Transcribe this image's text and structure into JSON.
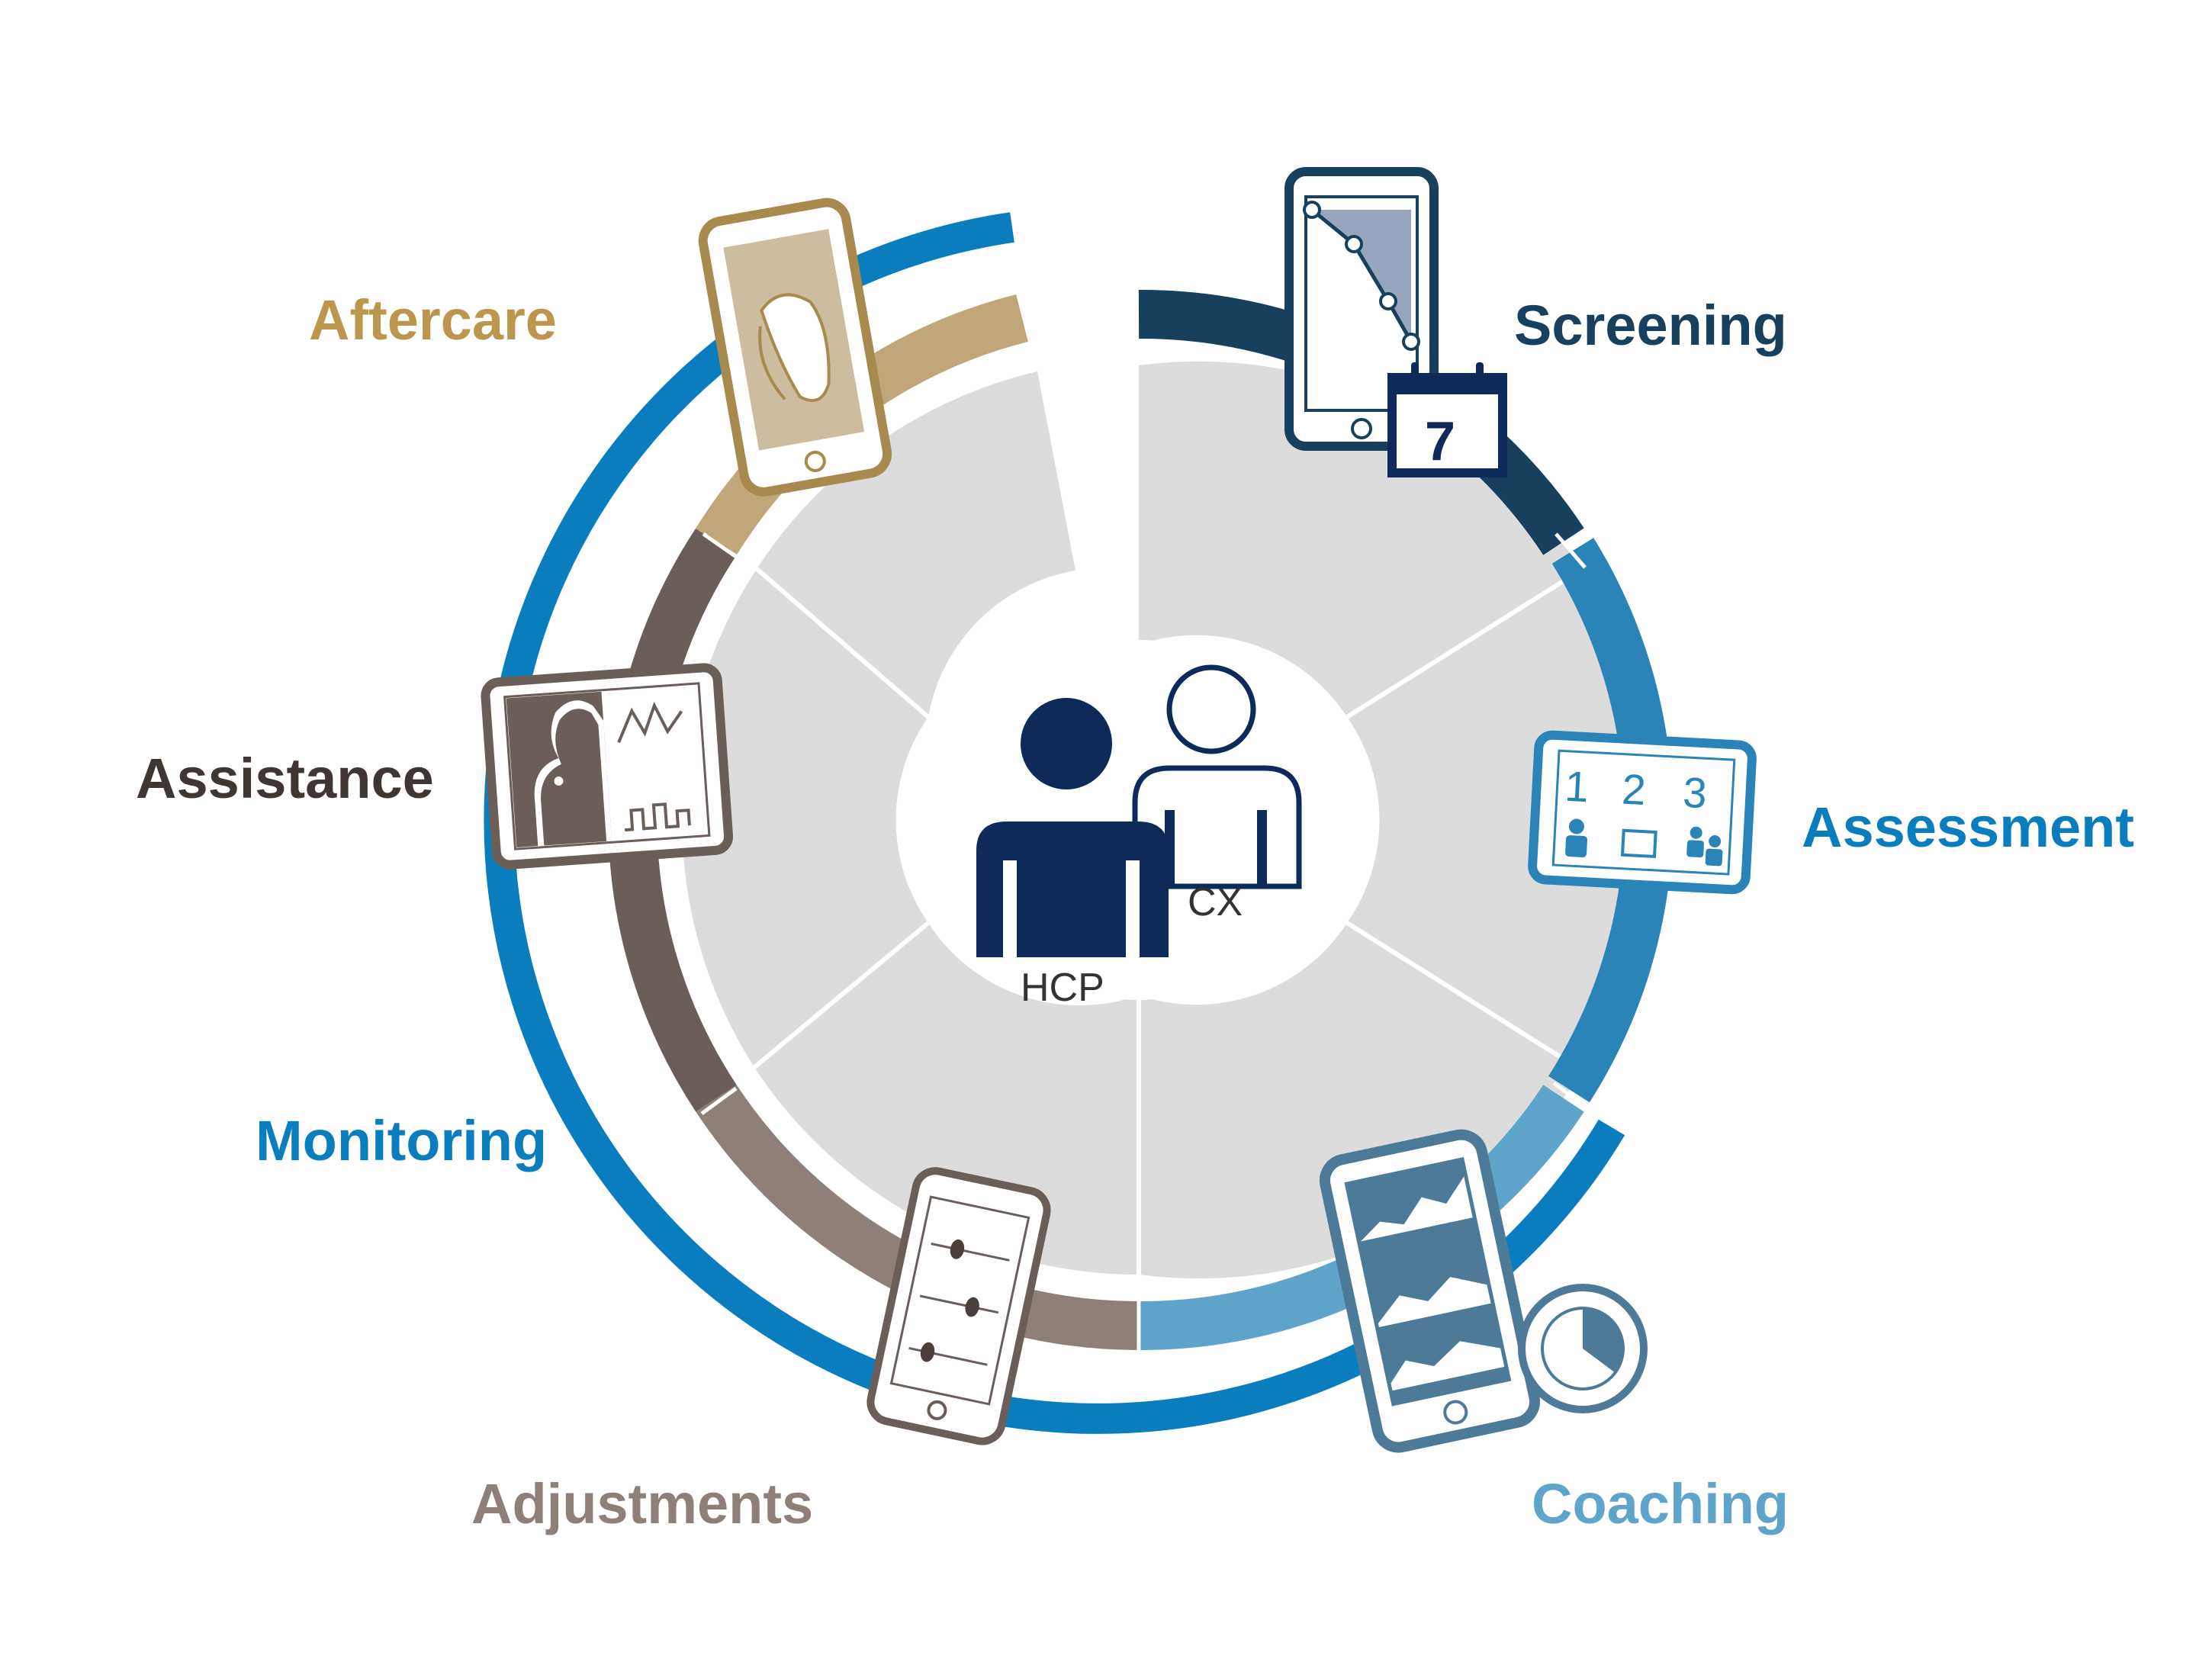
{
  "center": {
    "hcp_label": "HCP",
    "cx_label": "CX"
  },
  "stages": [
    {
      "id": "screening",
      "label": "Screening",
      "color": "#17405f",
      "icon": "tablet-hearing-test-calendar-icon"
    },
    {
      "id": "assessment",
      "label": "Assessment",
      "color": "#2a84b8",
      "icon": "tablet-numbered-steps-icon"
    },
    {
      "id": "coaching",
      "label": "Coaching",
      "color": "#5ea4cb",
      "icon": "phone-charts-clock-icon"
    },
    {
      "id": "adjustments",
      "label": "Adjustments",
      "color": "#8e8078",
      "icon": "phone-sliders-icon"
    },
    {
      "id": "assistance",
      "label": "Assistance",
      "color": "#6b5e58",
      "icon": "tablet-video-support-icon"
    },
    {
      "id": "aftercare",
      "label": "Aftercare",
      "color": "#bfa77a",
      "icon": "phone-hearing-aid-icon"
    }
  ],
  "monitoring": {
    "label": "Monitoring",
    "color": "#0a7dbe"
  },
  "calendar_day": "7",
  "step_numbers": [
    "1",
    "2",
    "3"
  ],
  "colors": {
    "ring_fill": "#dcdcdc",
    "navy": "#0d2a5a",
    "label_aftercare": "#bc964c"
  }
}
